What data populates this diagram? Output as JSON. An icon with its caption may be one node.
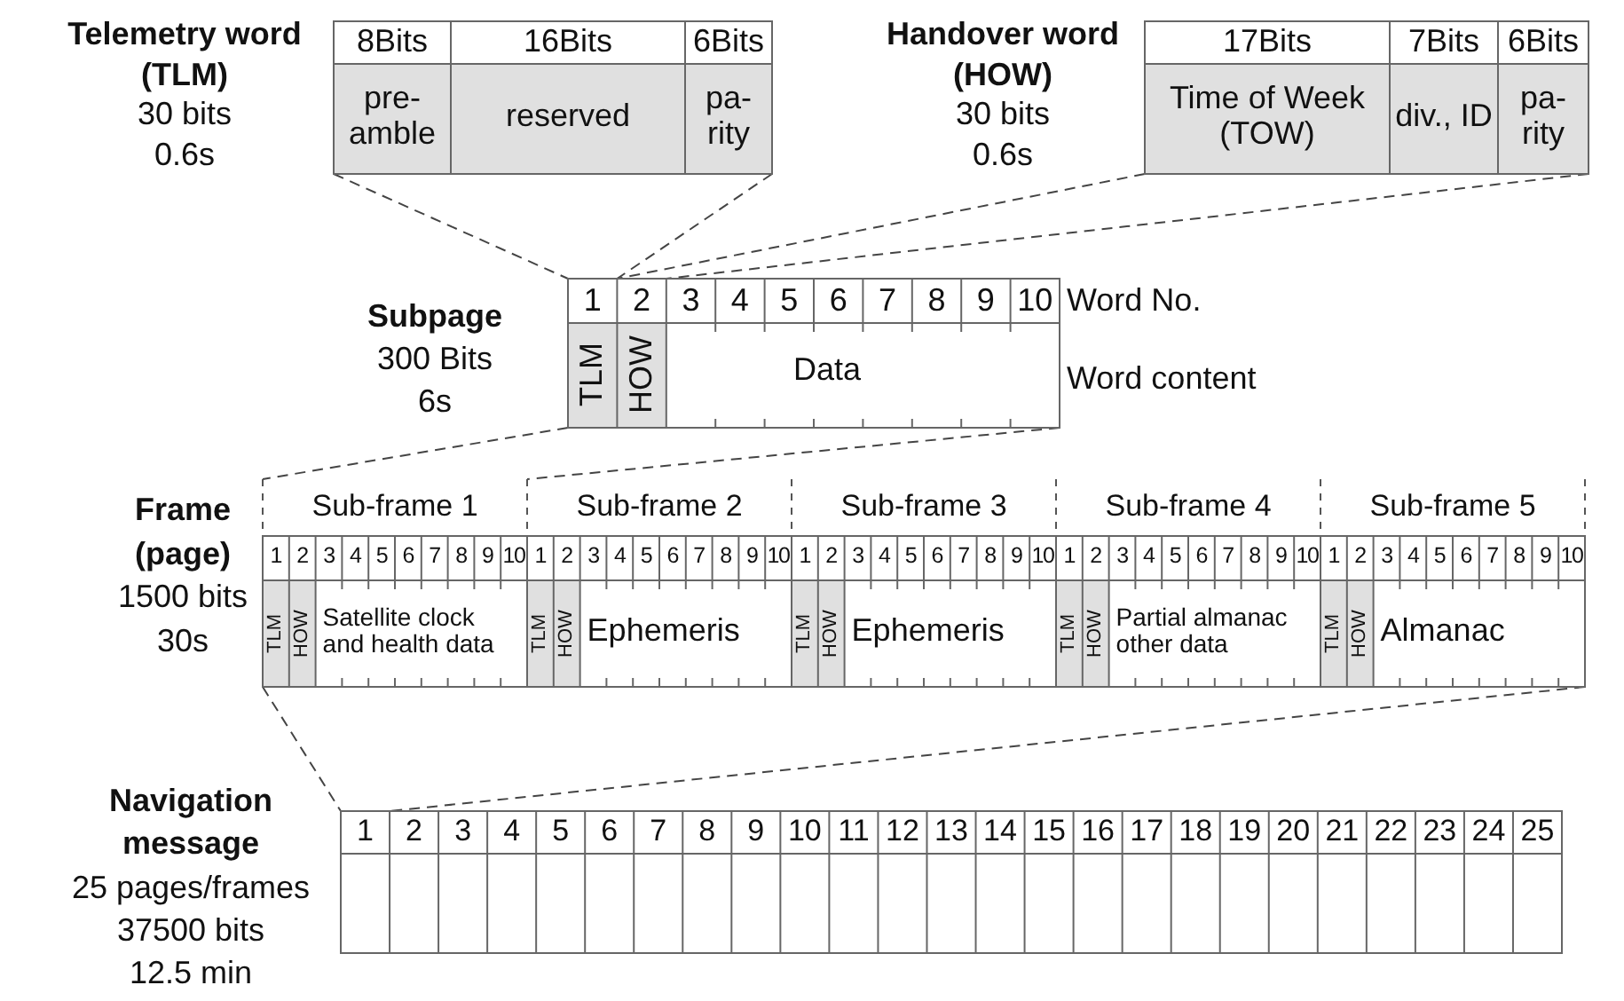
{
  "diagram": {
    "nodes": [
      {
        "text": [
          "Telemetry word (TLM)",
          "30 bits",
          "0.6s"
        ]
      },
      {
        "text": [
          "Handover word (HOW)",
          "30 bits",
          "0.6s"
        ]
      },
      {
        "text": [
          "Subpage",
          "300 Bits",
          "6s"
        ]
      },
      {
        "text": [
          "Frame (page)",
          "1500 bits",
          "30s"
        ]
      },
      {
        "text": [
          "Navigation message",
          "25 pages/frames",
          "37500 bits",
          "12.5 min"
        ]
      }
    ],
    "edges": [
      {
        "from": 0,
        "to": 2,
        "arrow": "none",
        "style": "dashed"
      },
      {
        "from": 0,
        "to": 2,
        "arrow": "none",
        "style": "dashed"
      },
      {
        "from": 1,
        "to": 2,
        "arrow": "none",
        "style": "dashed"
      },
      {
        "from": 1,
        "to": 2,
        "arrow": "none",
        "style": "dashed"
      },
      {
        "from": 2,
        "to": 3,
        "arrow": "none",
        "style": "dashed"
      },
      {
        "from": 2,
        "to": 3,
        "arrow": "none",
        "style": "dashed"
      },
      {
        "from": 3,
        "to": 4,
        "arrow": "none",
        "style": "dashed"
      },
      {
        "from": 3,
        "to": 4,
        "arrow": "none",
        "style": "dashed"
      }
    ],
    "labels": [
      "8Bits",
      "16Bits",
      "6Bits",
      "pre- amble",
      "reserved",
      "pa- rity",
      "17Bits",
      "7Bits",
      "6Bits",
      "Time of Week (TOW)",
      "div., ID",
      "pa- rity",
      "1",
      "2",
      "3",
      "4",
      "5",
      "6",
      "7",
      "8",
      "9",
      "10",
      "Word No.",
      "TLM",
      "HOW",
      "Data",
      "Word content",
      "Sub-frame 1",
      "Sub-frame 2",
      "Sub-frame 3",
      "Sub-frame 4",
      "Sub-frame 5",
      "1",
      "2",
      "3",
      "4",
      "5",
      "6",
      "7",
      "8",
      "9",
      "10",
      "1",
      "2",
      "3",
      "4",
      "5",
      "6",
      "7",
      "8",
      "9",
      "10",
      "1",
      "2",
      "3",
      "4",
      "5",
      "6",
      "7",
      "8",
      "9",
      "10",
      "1",
      "2",
      "3",
      "4",
      "5",
      "6",
      "7",
      "8",
      "9",
      "10",
      "1",
      "2",
      "3",
      "4",
      "5",
      "6",
      "7",
      "8",
      "9",
      "10",
      "TLM",
      "HOW",
      "Satellite clock and health data",
      "TLM",
      "HOW",
      "Ephemeris",
      "TLM",
      "HOW",
      "Ephemeris",
      "TLM",
      "HOW",
      "Partial almanac other data",
      "TLM",
      "HOW",
      "Almanac",
      "1",
      "2",
      "3",
      "4",
      "5",
      "6",
      "7",
      "8",
      "9",
      "10",
      "11",
      "12",
      "13",
      "14",
      "15",
      "16",
      "17",
      "18",
      "19",
      "20",
      "21",
      "22",
      "23",
      "24",
      "25"
    ]
  }
}
